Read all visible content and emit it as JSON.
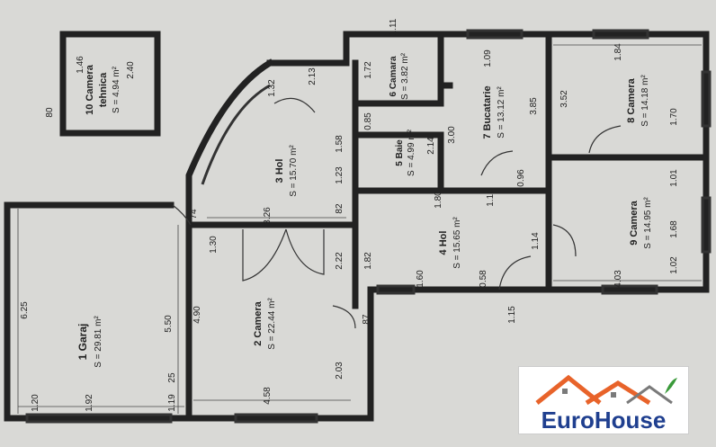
{
  "rooms": [
    {
      "key": "r1",
      "label": "1 Garaj",
      "area": "S = 29.81 m²"
    },
    {
      "key": "r2",
      "label": "2 Camera",
      "area": "S = 22.44 m²"
    },
    {
      "key": "r3",
      "label": "3 Hol",
      "area": "S = 15.70 m²"
    },
    {
      "key": "r4",
      "label": "4 Hol",
      "area": "S = 15.65 m²"
    },
    {
      "key": "r5",
      "label": "5 Baie",
      "area": "S = 4.99 m²"
    },
    {
      "key": "r6",
      "label": "6 Camara",
      "area": "S = 3.82 m²"
    },
    {
      "key": "r7",
      "label": "7 Bucatarie",
      "area": "S = 13.12 m²"
    },
    {
      "key": "r8",
      "label": "8 Camera",
      "area": "S = 14.18 m²"
    },
    {
      "key": "r9",
      "label": "9 Camera",
      "area": "S = 14.95 m²"
    },
    {
      "key": "r10a",
      "label": "10 Camera",
      "area": "S = 4.94 m²"
    },
    {
      "key": "r10b",
      "label": "tehnica",
      "area": ""
    }
  ],
  "dimensions": [
    "6.25",
    "5.50",
    "4.90",
    "1.20",
    "1.92",
    "1.19",
    "4.58",
    "2.03",
    "2.22",
    "3.26",
    "1.30",
    "1.23",
    "1.82",
    "1.58",
    "2.13",
    "1.32",
    "2.14",
    "3.00",
    "3.85",
    "1.72",
    "1.11",
    "1.09",
    "3.52",
    "1.84",
    "1.70",
    "1.01",
    "1.68",
    "1.02",
    "4.03",
    "1.15",
    "1.10",
    "1.80",
    "1.14",
    "1.46",
    "2.40",
    "80",
    "25",
    "87",
    "74",
    "82",
    "1.60",
    "0.85",
    "0.58",
    "0.96"
  ],
  "logo": {
    "name": "EuroHouse"
  },
  "colors": {
    "paper": "#d9d9d6",
    "ink": "#222222",
    "logo_blue": "#1f3f8f",
    "logo_orange": "#e8632a",
    "logo_green": "#3a9a3a"
  }
}
